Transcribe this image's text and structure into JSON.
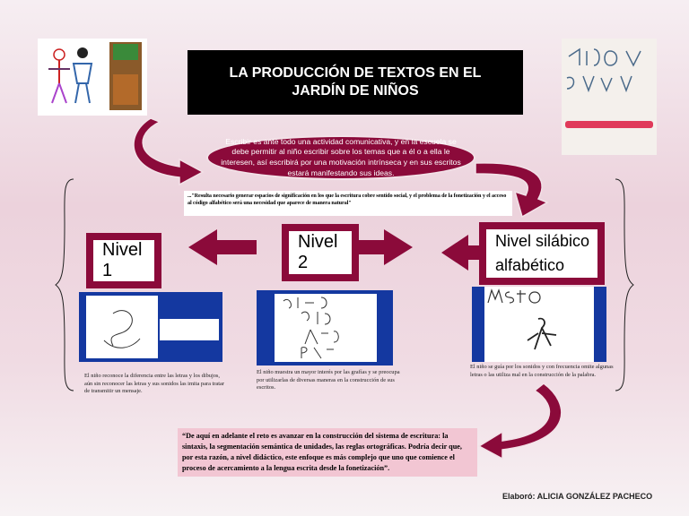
{
  "title": "LA PRODUCCIÓN DE TEXTOS EN EL JARDÍN DE NIÑOS",
  "intro": "Escribir es ante todo una actividad comunicativa, y en la escuela se debe permitir al niño escribir sobre los temas que a él o a ella le interesen, así escribirá por una motivación intrínseca y en sus escritos estará manifestando sus ideas.",
  "quote_top": "...\"Resulta necesario generar espacios de significación en los que la escritura cobre sentido social, y el problema de la fonetización y el acceso al código alfabético será una necesidad que aparece de manera natural\"",
  "levels": [
    {
      "label": "Nivel 1"
    },
    {
      "label": "Nivel 2"
    },
    {
      "label": "Nivel silábico alfabético"
    }
  ],
  "captions": [
    "El niño reconoce la diferencia entre las letras y los dibujos, aún sin reconocer las letras y sus sonidos las imita para tratar de transmitir un mensaje.",
    "El niño muestra un mayor interés por las grafías y se preocupa por utilizarlas de diversas maneras en la construcción de sus escritos.",
    "El niño se guía por los sonidos y con frecuencia omite algunas letras o las utiliza mal en la construcción de la palabra."
  ],
  "quote_bottom": "“De aquí en adelante el reto es avanzar en la construcción del sistema de escritura: la sintaxis, la segmentación semántica de unidades, las reglas ortográficas. Podría decir que, por esta razón, a nivel didáctico, este enfoque es más complejo que uno que comience el proceso de acercamiento a la lengua escrita desde la fonetización”.",
  "credit": "Elaboró: ALICIA GONZÁLEZ PACHECO",
  "colors": {
    "accent": "#8b0a3a",
    "panel": "#1438a0",
    "quote_bg": "#f2c6d3"
  }
}
